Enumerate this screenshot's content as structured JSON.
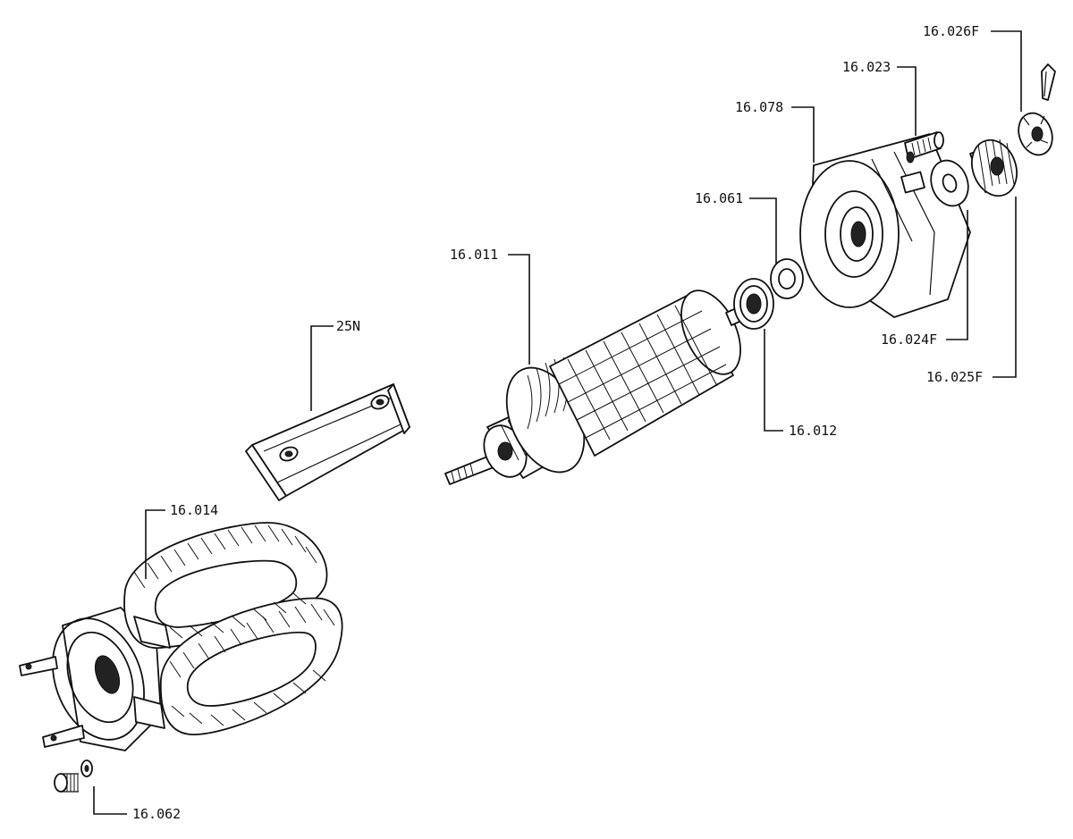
{
  "labels": {
    "p16_026F": "16.026F",
    "p16_023": "16.023",
    "p16_078": "16.078",
    "p16_061": "16.061",
    "p16_011": "16.011",
    "p25N": "25N",
    "p16_012": "16.012",
    "p16_024F": "16.024F",
    "p16_025F": "16.025F",
    "p16_014": "16.014",
    "p16_062": "16.062"
  },
  "colors": {
    "ink": "#111111",
    "background": "#ffffff"
  }
}
